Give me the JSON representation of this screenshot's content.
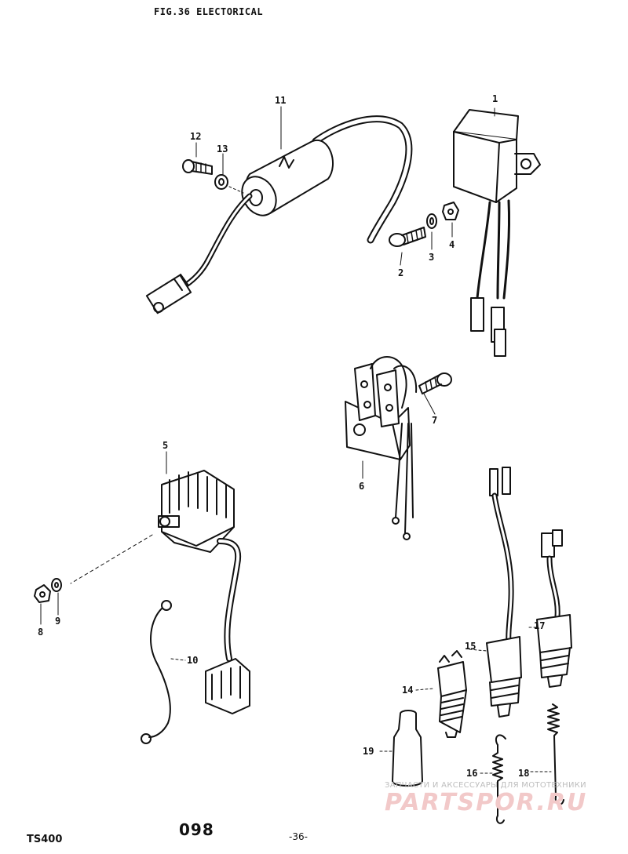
{
  "header": {
    "title": "FIG.36 ELECTORICAL"
  },
  "footer": {
    "model": "TS400",
    "code": "098",
    "page": "-36-"
  },
  "watermark": {
    "tagline": "ЗАПЧАСТИ И АКСЕССУАРЫ ДЛЯ МОТОТЕХНИКИ",
    "logo": "PARTSPOR.RU"
  },
  "callouts": [
    "1",
    "2",
    "3",
    "4",
    "5",
    "6",
    "7",
    "8",
    "9",
    "10",
    "11",
    "12",
    "13",
    "14",
    "15",
    "16",
    "17",
    "18",
    "19"
  ],
  "colors": {
    "ink": "#111111",
    "paper": "#ffffff",
    "watermark": "#f2c9c9"
  }
}
